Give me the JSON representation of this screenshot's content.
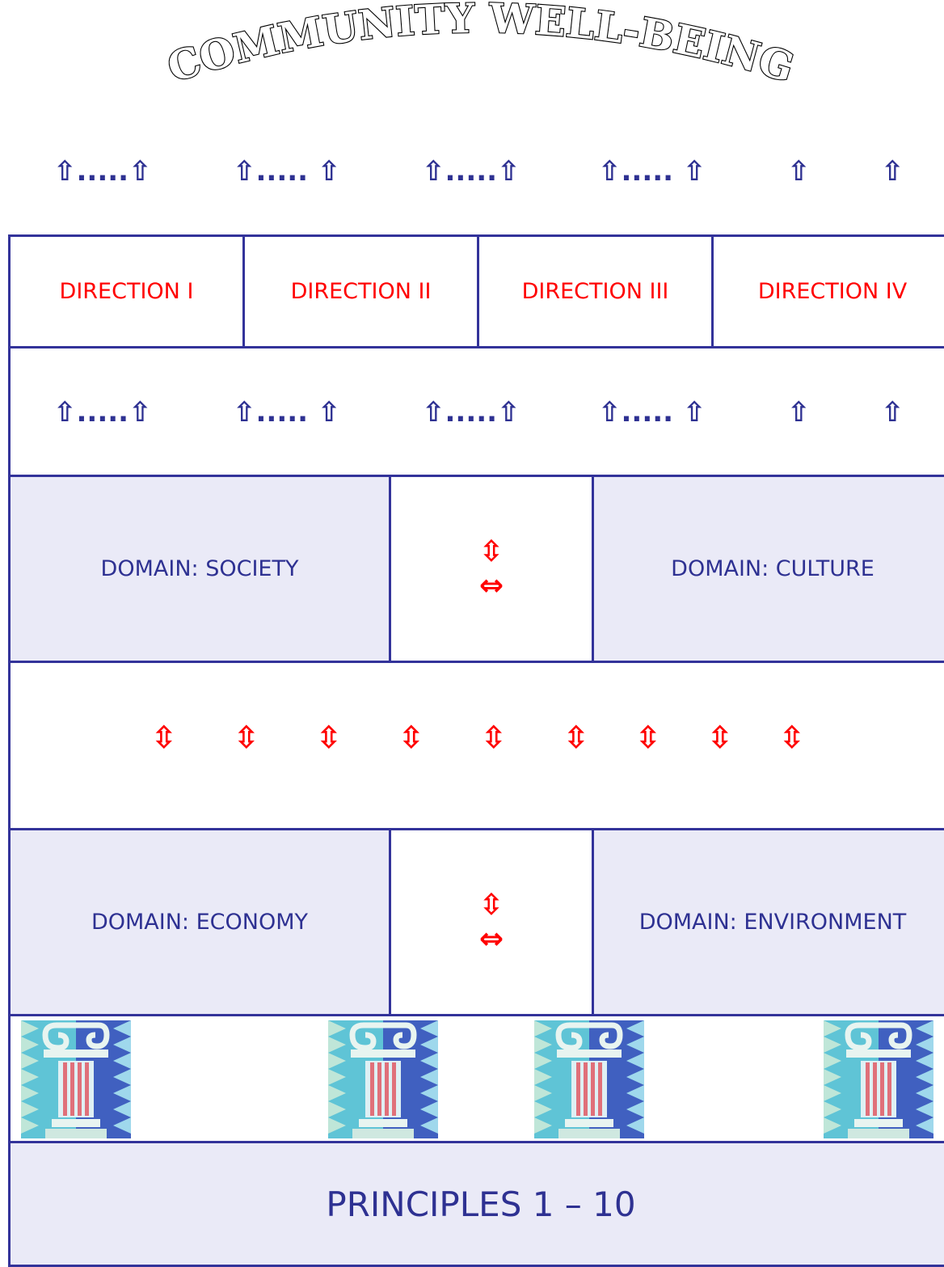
{
  "title": "COMMUNITY WELL-BEING",
  "up_arrow_row": [
    "⇧.....⇧",
    "⇧..... ⇧",
    "⇧.....⇧",
    "⇧..... ⇧",
    "⇧",
    "⇧"
  ],
  "directions": [
    "DIRECTION I",
    "DIRECTION II",
    "DIRECTION III",
    "DIRECTION IV"
  ],
  "domains": {
    "society": "DOMAIN: SOCIETY",
    "culture": "DOMAIN: CULTURE",
    "economy": "DOMAIN: ECONOMY",
    "environment": "DOMAIN: ENVIRONMENT"
  },
  "connector": {
    "vertical": "⇳",
    "horizontal": "⇔"
  },
  "vertical_arrow_glyph": "⇳",
  "principles": "PRINCIPLES 1 – 10",
  "pillar_icon": "ionic-column-icon",
  "colors": {
    "navy": "#2e3192",
    "red": "#ff0000",
    "border": "#33339a",
    "lavender": "#eaeaf7"
  }
}
